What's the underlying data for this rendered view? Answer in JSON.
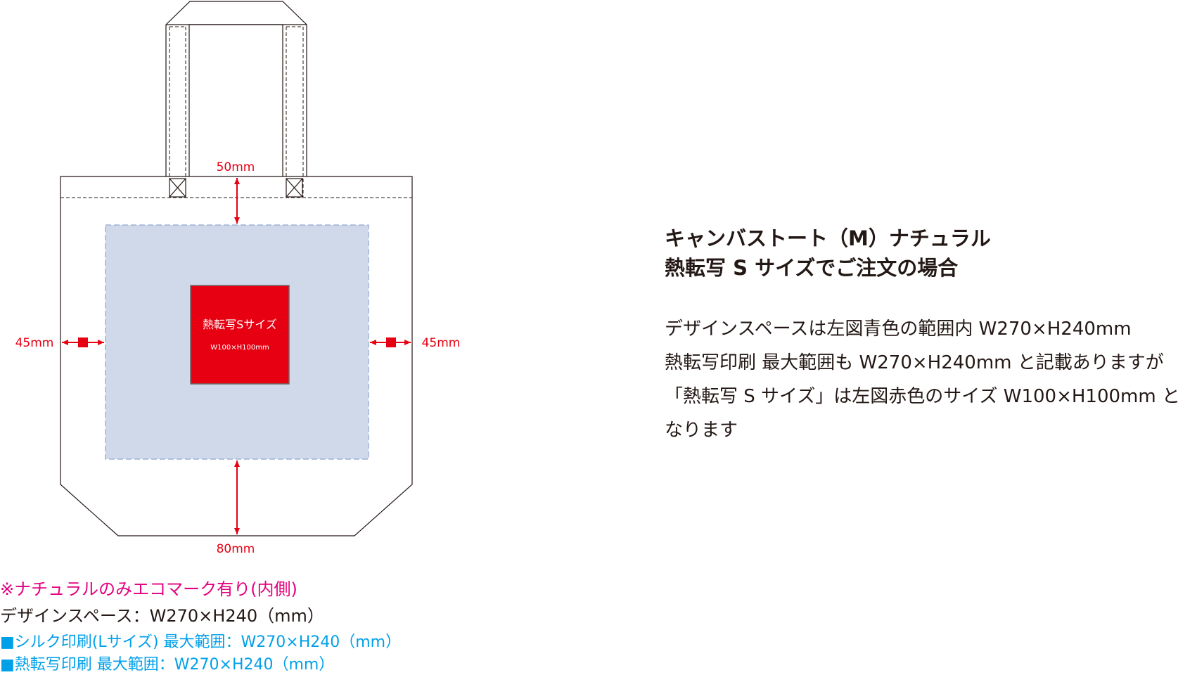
{
  "diagram": {
    "margin_top": "50mm",
    "margin_left": "45mm",
    "margin_right": "45mm",
    "margin_bottom": "80mm",
    "transfer_label": "熱転写Sサイズ",
    "transfer_size": "W100×H100mm"
  },
  "notes": {
    "eco_mark": "※ナチュラルのみエコマーク有り(内側)",
    "design_space": "デザインスペース：W270×H240（mm）",
    "silk_print": "■シルク印刷(Lサイズ) 最大範囲：W270×H240（mm）",
    "heat_transfer": "■熱転写印刷 最大範囲：W270×H240（mm）"
  },
  "info": {
    "title_line1": "キャンバストート（M）ナチュラル",
    "title_line2": "熱転写 S サイズでご注文の場合",
    "body_line1": "デザインスペースは左図青色の範囲内 W270×H240mm",
    "body_line2": "熱転写印刷 最大範囲も W270×H240mm と記載ありますが",
    "body_line3": "「熱転写 S サイズ」は左図赤色のサイズ W100×H100mm と",
    "body_line4": "なります"
  },
  "colors": {
    "outline": "#231815",
    "dimension": "#e60012",
    "design_area": "#cfd9ea",
    "design_area_border": "#8ea7d0",
    "transfer_fill": "#e60012",
    "note_magenta": "#e4007f",
    "note_blue": "#00a0e9",
    "text": "#231815"
  }
}
